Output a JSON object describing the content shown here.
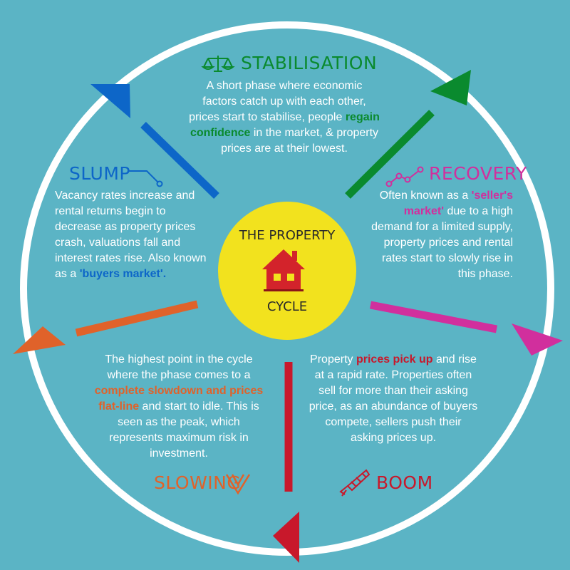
{
  "colors": {
    "background": "#5bb4c5",
    "circle": "#ffffff",
    "center_fill": "#f2e21e",
    "stabilisation": "#0a8a2e",
    "recovery": "#d12f9d",
    "boom": "#c8182b",
    "slowing": "#e0622a",
    "slump": "#0d66c8",
    "house": "#d3232b"
  },
  "center": {
    "title_line1": "THE PROPERTY",
    "title_line2": "CYCLE",
    "icon": "house-icon"
  },
  "phases": {
    "stabilisation": {
      "title": "STABILISATION",
      "icon": "scales-icon",
      "text_before": "A short phase where economic factors catch up with each other, prices start to stabilise, people ",
      "highlight": "regain confidence",
      "text_after": " in the market, & property prices are at their lowest."
    },
    "recovery": {
      "title": "RECOVERY",
      "icon": "line-graph-icon",
      "text_before": "Often known as a ",
      "highlight": "'seller's market'",
      "text_after": " due to a high demand for a limited supply, property prices and rental rates start to slowly rise in this phase."
    },
    "boom": {
      "title": "BOOM",
      "icon": "rocket-icon",
      "text_before": "Property ",
      "highlight": "prices pick up",
      "text_after": " and rise at a rapid rate. Properties often sell for more than their asking price, as an abundance of buyers compete, sellers push their asking prices up."
    },
    "slowing": {
      "title": "SLOWING",
      "icon": "chevron-down-icon",
      "text_before": "The highest point in the cycle where the phase comes to a ",
      "highlight": "complete slowdown and prices flat-line",
      "text_after": " and start to idle. This is seen as the peak, which represents maximum risk in investment."
    },
    "slump": {
      "title": "SLUMP",
      "icon": "decline-line-icon",
      "text_before": "Vacancy rates increase and rental returns begin to decrease as property prices crash, valuations fall and interest rates rise. Also known as a ",
      "highlight": "'buyers market'.",
      "text_after": ""
    }
  }
}
